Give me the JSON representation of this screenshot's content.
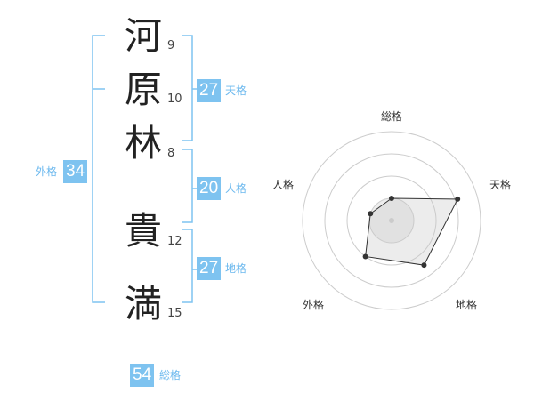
{
  "name_chars": [
    {
      "char": "河",
      "strokes": "9"
    },
    {
      "char": "原",
      "strokes": "10"
    },
    {
      "char": "林",
      "strokes": "8"
    },
    {
      "char": "貴",
      "strokes": "12"
    },
    {
      "char": "満",
      "strokes": "15"
    }
  ],
  "kakusu": {
    "tenkaku": {
      "value": "27",
      "label": "天格"
    },
    "jinkaku": {
      "value": "20",
      "label": "人格"
    },
    "chikaku": {
      "value": "27",
      "label": "地格"
    },
    "gaikaku": {
      "value": "34",
      "label": "外格"
    },
    "soukaku": {
      "value": "54",
      "label": "総格"
    }
  },
  "radar": {
    "axes": [
      "総格",
      "天格",
      "地格",
      "外格",
      "人格"
    ],
    "values": [
      0.25,
      0.78,
      0.62,
      0.5,
      0.25
    ],
    "accent": "#7ec3f0"
  }
}
